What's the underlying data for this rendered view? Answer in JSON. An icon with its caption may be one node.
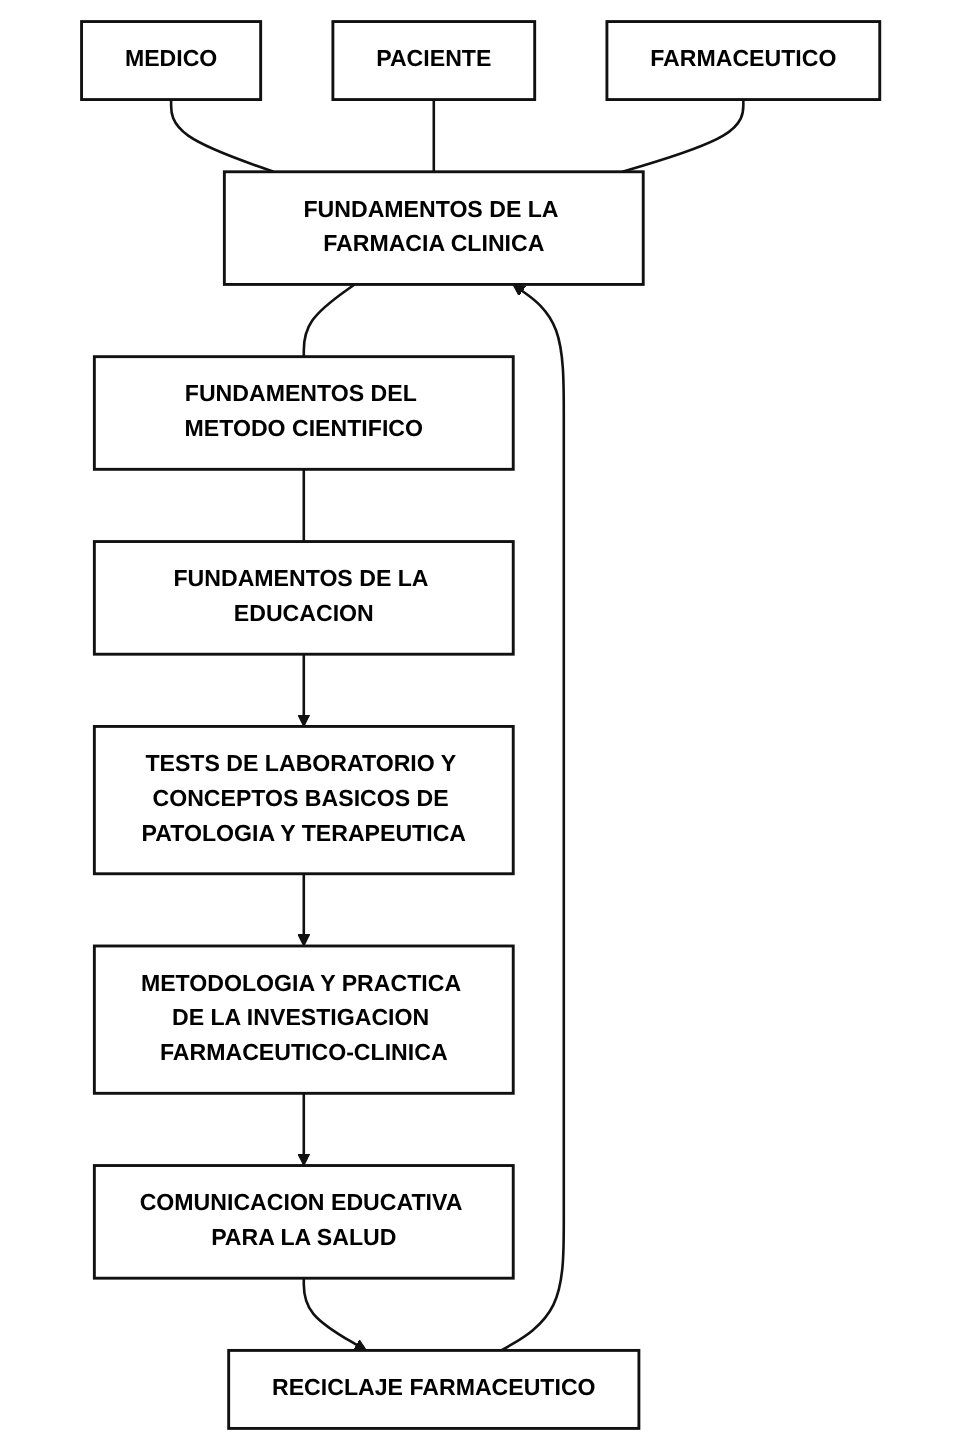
{
  "diagram": {
    "nodes": [
      {
        "text": [
          "PACIENTE"
        ]
      },
      {
        "text": [
          "MEDICO"
        ]
      },
      {
        "text": [
          "FARMACEUTICO"
        ]
      },
      {
        "text": [
          "RECICLAJE FARMACEUTICO"
        ]
      },
      {
        "text": [
          "FUNDAMENTOS DE LA FARMACIA CLINICA"
        ]
      },
      {
        "text": [
          "FUNDAMENTOS DEL METODO CIENTIFICO"
        ]
      },
      {
        "text": [
          "FUNDAMENTOS DE LA EDUCACION"
        ]
      },
      {
        "text": [
          "TESTS DE LABORATORIO Y CONCEPTOS BASICOS DE PATOLOGIA Y TERAPEUTICA"
        ]
      },
      {
        "text": [
          "METODOLOGIA Y PRACTICA DE LA INVESTIGACION FARMACEUTICO-CLINICA"
        ]
      },
      {
        "text": [
          "COMUNICACION EDUCATIVA PARA LA SALUD"
        ]
      }
    ],
    "edges": [
      {
        "from": 1,
        "to": 4,
        "arrow": "none"
      },
      {
        "from": 0,
        "to": 4,
        "arrow": "none"
      },
      {
        "from": 2,
        "to": 4,
        "arrow": "none"
      },
      {
        "from": 3,
        "to": 4,
        "arrow": "to"
      },
      {
        "from": 4,
        "to": 5,
        "arrow": "none"
      },
      {
        "from": 5,
        "to": 6,
        "arrow": "none"
      },
      {
        "from": 6,
        "to": 7,
        "arrow": "to"
      },
      {
        "from": 7,
        "to": 8,
        "arrow": "to"
      },
      {
        "from": 8,
        "to": 9,
        "arrow": "to"
      },
      {
        "from": 9,
        "to": 3,
        "arrow": "to"
      }
    ]
  }
}
